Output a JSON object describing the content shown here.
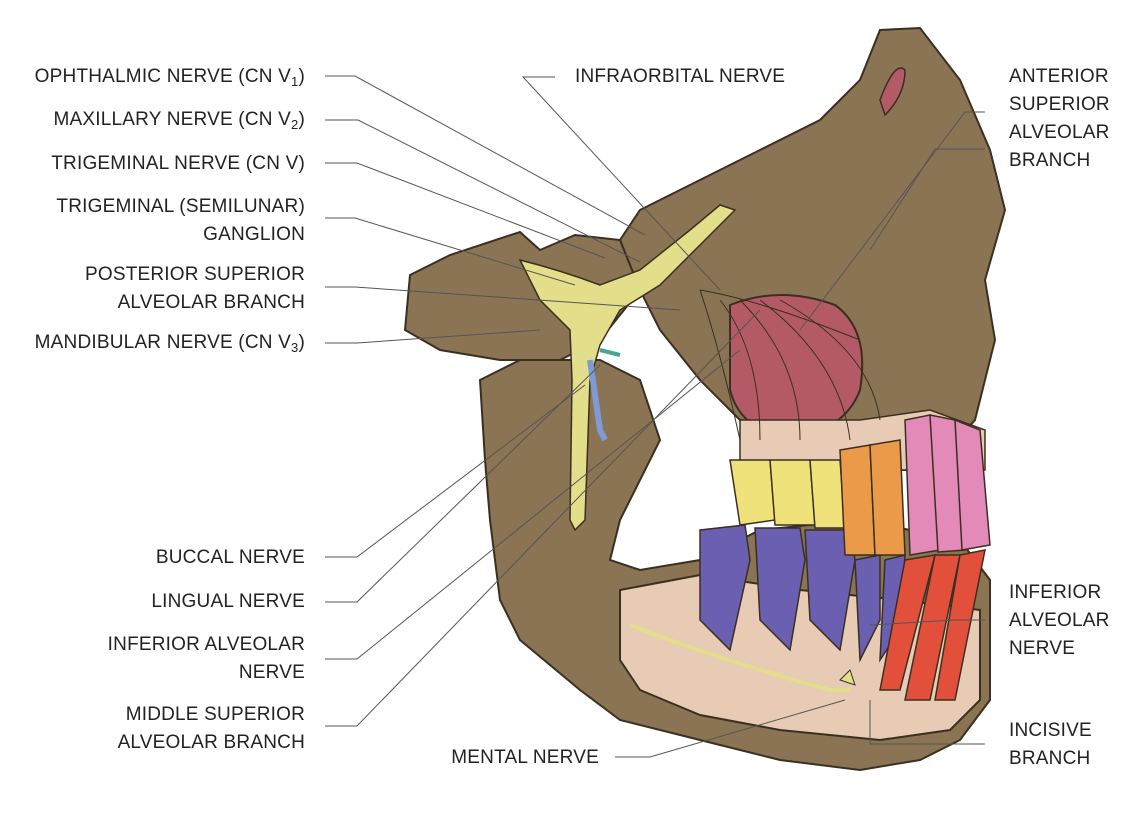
{
  "labels": {
    "ophthalmic": {
      "text": "OPHTHALMIC NERVE (CN V",
      "sub": "1",
      "tail": ")"
    },
    "maxillary": {
      "text": "MAXILLARY NERVE (CN V",
      "sub": "2",
      "tail": ")"
    },
    "trigeminal": "TRIGEMINAL NERVE (CN V)",
    "ganglion": [
      "TRIGEMINAL (SEMILUNAR)",
      "GANGLION"
    ],
    "psa": [
      "POSTERIOR SUPERIOR",
      "ALVEOLAR BRANCH"
    ],
    "mandibular": {
      "text": "MANDIBULAR NERVE (CN V",
      "sub": "3",
      "tail": ")"
    },
    "buccal": "BUCCAL NERVE",
    "lingual": "LINGUAL NERVE",
    "ian_left": [
      "INFERIOR ALVEOLAR",
      "NERVE"
    ],
    "msa": [
      "MIDDLE SUPERIOR",
      "ALVEOLAR BRANCH"
    ],
    "infraorbital": "INFRAORBITAL NERVE",
    "asa": [
      "ANTERIOR",
      "SUPERIOR",
      "ALVEOLAR",
      "BRANCH"
    ],
    "ian_right": [
      "INFERIOR",
      "ALVEOLAR",
      "NERVE"
    ],
    "incisive": [
      "INCISIVE",
      "BRANCH"
    ],
    "mental": "MENTAL NERVE"
  },
  "colors": {
    "bone": "#8a7453",
    "bone_dark": "#6e5c40",
    "bone_light": "#9c8661",
    "cancellous": "#e8cbb5",
    "nerve": "#e2de8a",
    "sinus": "#b45a67",
    "artery": "#d63a3a",
    "vein": "#7f9ad6",
    "molar_crown": "#f0e27a",
    "molar_root": "#6a5fb0",
    "premolar": "#eb9a4a",
    "canine": "#e2503c",
    "incisor": "#e38ab8",
    "leader": "#555555"
  },
  "icons": [
    "skull-lateral-section"
  ]
}
